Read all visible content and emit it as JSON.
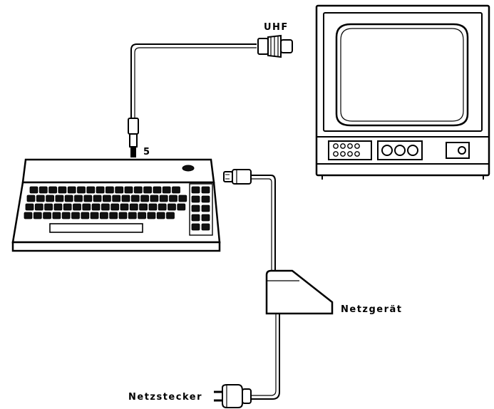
{
  "labels": {
    "uhf": "UHF",
    "port": "5",
    "power_supply": "Netzgerät",
    "mains_plug": "Netzstecker"
  },
  "colors": {
    "ink": "#000000",
    "paper": "#ffffff",
    "shade": "#111111"
  },
  "icons": [
    "computer-keyboard-icon",
    "television-icon",
    "power-supply-icon",
    "mains-plug-icon",
    "uhf-connector-icon",
    "din-plug-icon"
  ]
}
